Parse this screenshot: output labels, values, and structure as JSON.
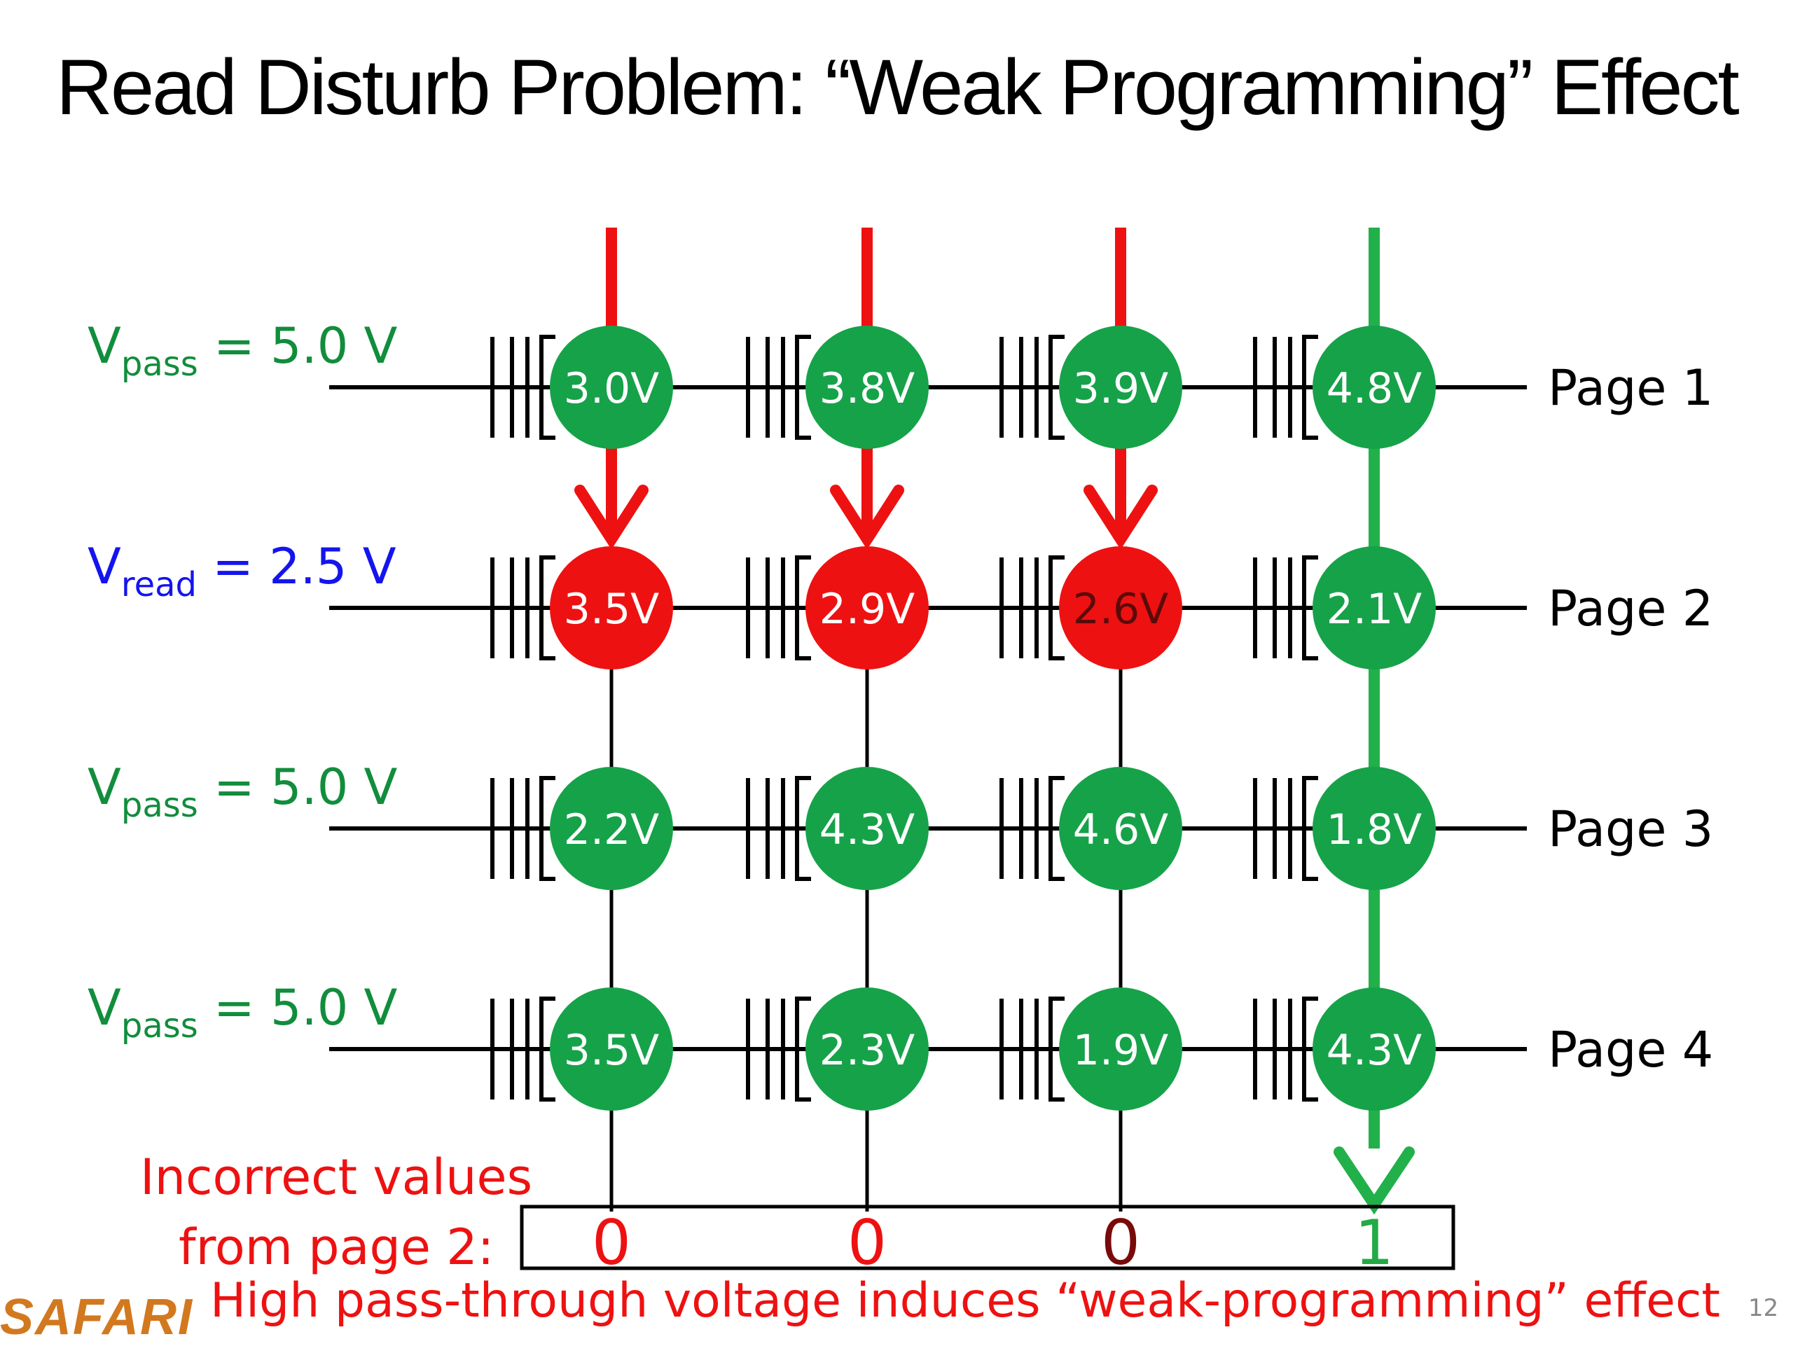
{
  "title": "Read Disturb Problem: “Weak Programming” Effect",
  "rows": [
    {
      "label_main": "V",
      "label_sub": "pass",
      "label_rest": " = 5.0 V",
      "label_color": "#118d3c",
      "page": "Page 1",
      "cells": [
        {
          "value": "3.0V",
          "state": "ok"
        },
        {
          "value": "3.8V",
          "state": "ok"
        },
        {
          "value": "3.9V",
          "state": "ok"
        },
        {
          "value": "4.8V",
          "state": "ok"
        }
      ]
    },
    {
      "label_main": "V",
      "label_sub": "read",
      "label_rest": " = 2.5 V",
      "label_color": "#1414ee",
      "page": "Page 2",
      "cells": [
        {
          "value": "3.5V",
          "state": "error"
        },
        {
          "value": "2.9V",
          "state": "error"
        },
        {
          "value": "2.6V",
          "state": "error-dark"
        },
        {
          "value": "2.1V",
          "state": "ok"
        }
      ]
    },
    {
      "label_main": "V",
      "label_sub": "pass",
      "label_rest": " = 5.0 V",
      "label_color": "#118d3c",
      "page": "Page 3",
      "cells": [
        {
          "value": "2.2V",
          "state": "ok"
        },
        {
          "value": "4.3V",
          "state": "ok"
        },
        {
          "value": "4.6V",
          "state": "ok"
        },
        {
          "value": "1.8V",
          "state": "ok"
        }
      ]
    },
    {
      "label_main": "V",
      "label_sub": "pass",
      "label_rest": " = 5.0 V",
      "label_color": "#118d3c",
      "page": "Page 4",
      "cells": [
        {
          "value": "3.5V",
          "state": "ok"
        },
        {
          "value": "2.3V",
          "state": "ok"
        },
        {
          "value": "1.9V",
          "state": "ok"
        },
        {
          "value": "4.3V",
          "state": "ok"
        }
      ]
    }
  ],
  "bitline_flow": [
    "red",
    "red",
    "red",
    "green"
  ],
  "output_bits": [
    {
      "value": "0",
      "color": "#ee1111"
    },
    {
      "value": "0",
      "color": "#ee1111"
    },
    {
      "value": "0",
      "color": "#7a0a0a"
    },
    {
      "value": "1",
      "color": "#22aa44"
    }
  ],
  "error_label_line1": "Incorrect values",
  "error_label_line2": "from page 2:",
  "footer_message": "High pass-through voltage induces “weak-programming” effect",
  "logo": "SAFARI",
  "slide_number": "12",
  "colors": {
    "cell_ok": "#16a249",
    "cell_error": "#ee1111",
    "arrow_red": "#ee1111",
    "arrow_green": "#22b04a",
    "error_text": "#ee1111"
  }
}
